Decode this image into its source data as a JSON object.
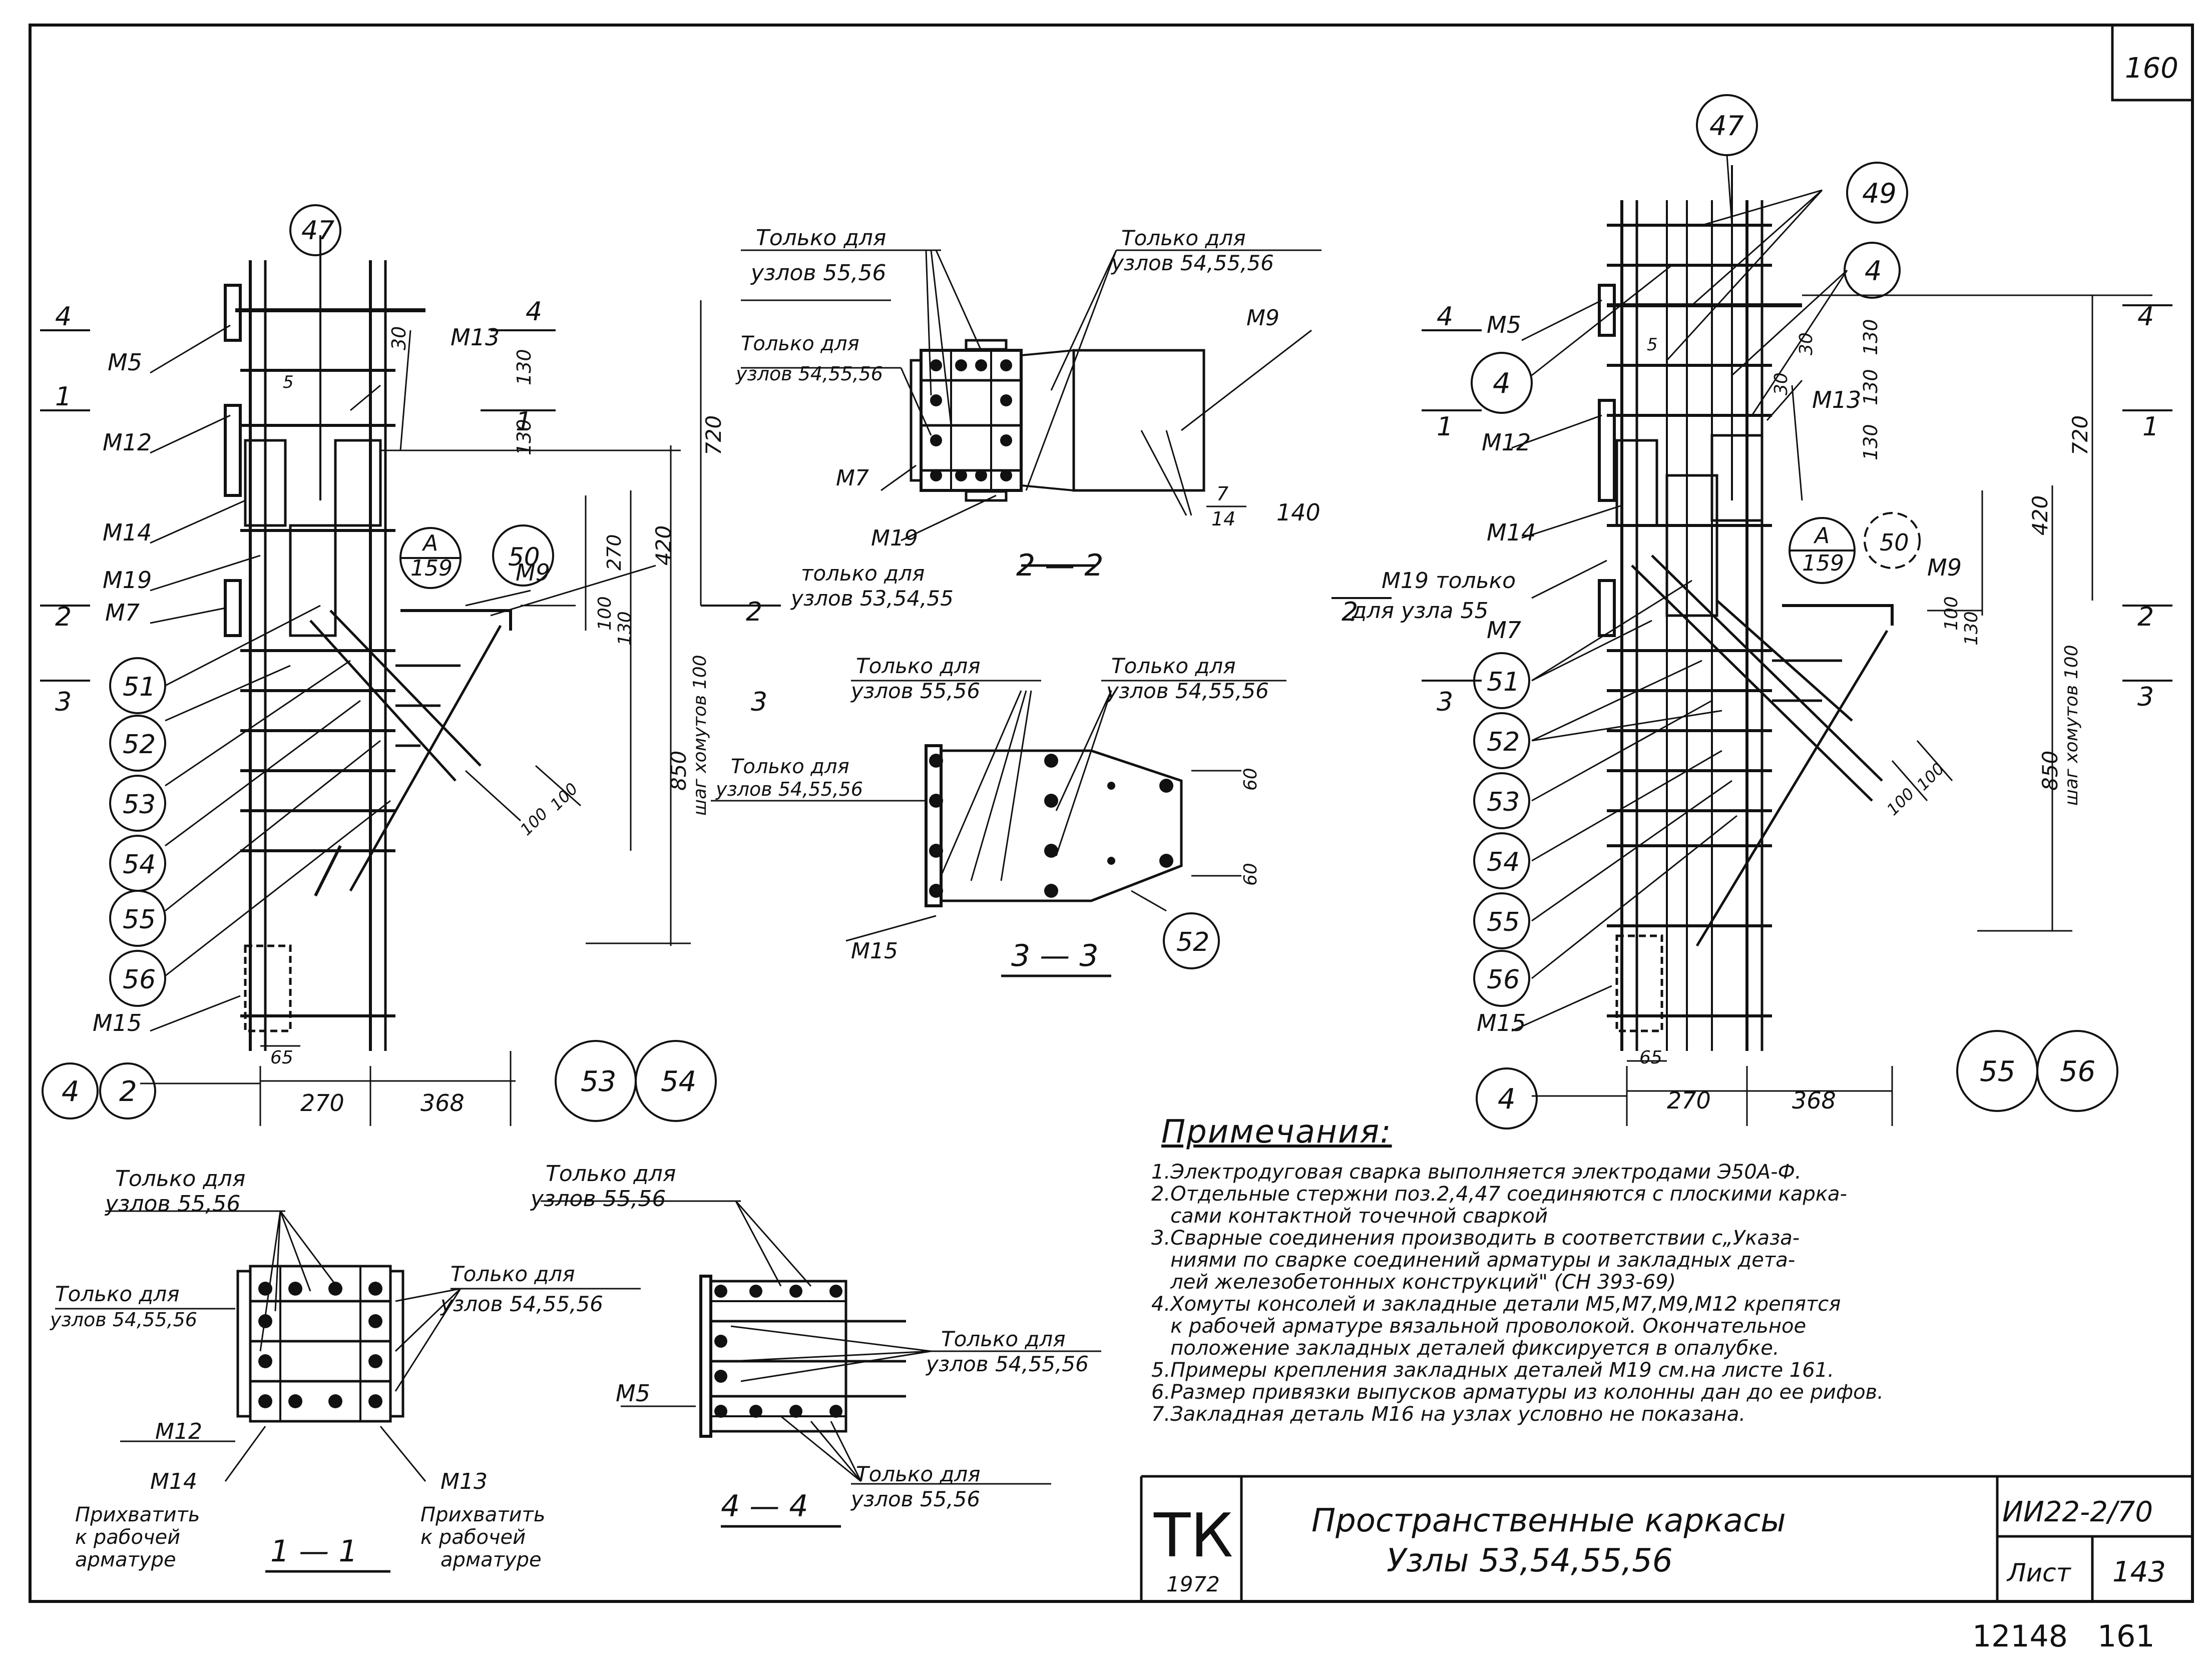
{
  "sheet": {
    "page_number": "160",
    "footer_left": "12148",
    "footer_right": "161"
  },
  "common": {
    "only_for": "Только для",
    "nodes_5556": "узлов 55,56",
    "nodes_545556": "узлов 54,55,56",
    "nodes_545556_b": "узлов 54,55,56",
    "m19_only": "только для",
    "m19_nodes": "узлов 53,54,55",
    "attach1": "Прихватить",
    "attach2": "к рабочей",
    "attach3": "арматуре"
  },
  "left_view": {
    "pos47": "47",
    "labels": [
      "М5",
      "М12",
      "М14",
      "М19",
      "М7",
      "М13",
      "М9",
      "М15"
    ],
    "bubbles": [
      "51",
      "52",
      "53",
      "54",
      "55",
      "56"
    ],
    "bottom_bubbles": [
      "4",
      "2"
    ],
    "dims": {
      "d30": "30",
      "d130a": "130",
      "d130b": "130",
      "d720": "720",
      "d420": "420",
      "d270v": "270",
      "d100": "100",
      "d130c": "130",
      "step": "шаг хомутов 100",
      "d850": "850",
      "d100a": "100",
      "d100b": "100",
      "d5": "5",
      "d65": "65",
      "d270": "270",
      "d368": "368"
    },
    "sections": [
      "4",
      "1",
      "2",
      "3"
    ],
    "callout_a": "А",
    "callout_sheet": "159",
    "callout_50": "50",
    "nodes": [
      "53",
      "54"
    ]
  },
  "right_view": {
    "pos47": "47",
    "pos49": "49",
    "pos4": "4",
    "labels": [
      "М5",
      "М12",
      "М14",
      "М7",
      "М13",
      "М9",
      "М15"
    ],
    "m19_label": "М19 только",
    "m19_label2": "для узла 55",
    "bubbles": [
      "4",
      "51",
      "52",
      "53",
      "54",
      "55",
      "56"
    ],
    "bottom_bubble": "4",
    "dims": {
      "d30a": "30",
      "d30b": "30",
      "d130a": "130",
      "d130b": "130",
      "d130c": "130",
      "d720": "720",
      "d420": "420",
      "d100": "100",
      "d130d": "130",
      "step": "шаг хомутов 100",
      "d850": "850",
      "d100a": "100",
      "d100b": "100",
      "d5": "5",
      "d65": "65",
      "d270": "270",
      "d368": "368"
    },
    "sections": [
      "4",
      "1",
      "2",
      "3"
    ],
    "callout_a": "А",
    "callout_sheet": "159",
    "callout_50": "50",
    "nodes": [
      "55",
      "56"
    ]
  },
  "section_22": {
    "title": "2 — 2",
    "m9": "М9",
    "m7": "М7",
    "m19": "М19",
    "frac_num": "7",
    "frac_den": "14",
    "frac_len": "140",
    "nodes_a": "узлов 54,55,56",
    "nodes_b": "узлов 54,55,56"
  },
  "section_33": {
    "title": "3 — 3",
    "m15": "М15",
    "bubble": "52",
    "d60a": "60",
    "d60b": "60"
  },
  "section_11": {
    "title": "1 — 1",
    "m12": "М12",
    "m14": "М14",
    "m13": "М13"
  },
  "section_44": {
    "title": "4 — 4",
    "m5": "М5"
  },
  "notes": {
    "title": "Примечания:",
    "lines": [
      "1.Электродуговая сварка выполняется электродами Э50А-Ф.",
      "2.Отдельные стержни поз.2,4,47 соединяются с плоскими карка-",
      "   сами контактной точечной сваркой",
      "3.Сварные соединения производить в соответствии с„Указа-",
      "   ниями по сварке соединений арматуры и закладных дета-",
      "   лей железобетонных конструкций\" (СН 393-69)",
      "4.Хомуты консолей и закладные детали М5,М7,М9,М12 крепятся",
      "   к рабочей арматуре вязальной проволокой. Окончательное",
      "   положение закладных деталей фиксируется в опалубке.",
      "5.Примеры крепления закладных деталей М19 см.на листе 161.",
      "6.Размер привязки выпусков арматуры из колонны дан до ее рифов.",
      "7.Закладная деталь М16 на узлах условно не показана."
    ]
  },
  "title_block": {
    "logo": "ТК",
    "year": "1972",
    "title1": "Пространственные каркасы",
    "title2": "Узлы 53,54,55,56",
    "series": "ИИ22-2/70",
    "sheet_label": "Лист",
    "sheet_no": "143"
  }
}
